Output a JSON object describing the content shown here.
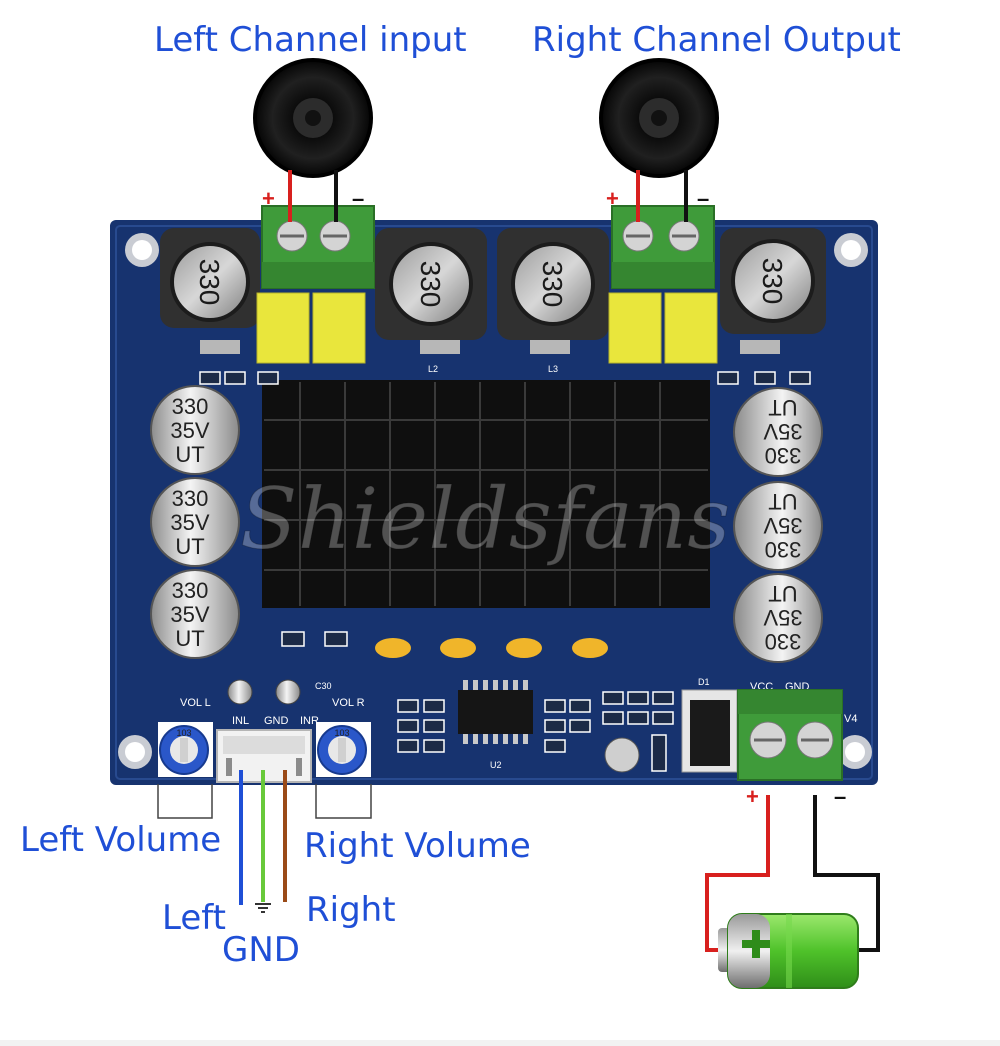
{
  "labels": {
    "left_channel": "Left Channel input",
    "right_channel": "Right Channel Output",
    "left_volume": "Left Volume",
    "right_volume": "Right Volume",
    "left": "Left",
    "gnd": "GND",
    "right": "Right",
    "plus": "+",
    "minus": "–"
  },
  "board": {
    "inductor_marking": "330",
    "cap_line1": "330",
    "cap_line2": "35V",
    "cap_line3": "UT",
    "silk_vol_l": "VOL L",
    "silk_vol_r": "VOL R",
    "silk_inl": "INL",
    "silk_gnd": "GND",
    "silk_inr": "INR",
    "silk_vcc": "VCC",
    "silk_gnd2": "GND",
    "silk_v4": "V4",
    "silk_c30": "C30",
    "silk_d1": "D1",
    "silk_l2": "L2",
    "silk_l3": "L3",
    "silk_u2": "U2",
    "pot_marking": "103"
  },
  "watermark": "Shieldsfans",
  "colors": {
    "pcb": "#17336f",
    "terminal": "#3f9b3a",
    "wire_red": "#d8201e",
    "label_blue": "#1f4fd6",
    "heatsink": "#121212",
    "battery": "#5fcf3a"
  }
}
